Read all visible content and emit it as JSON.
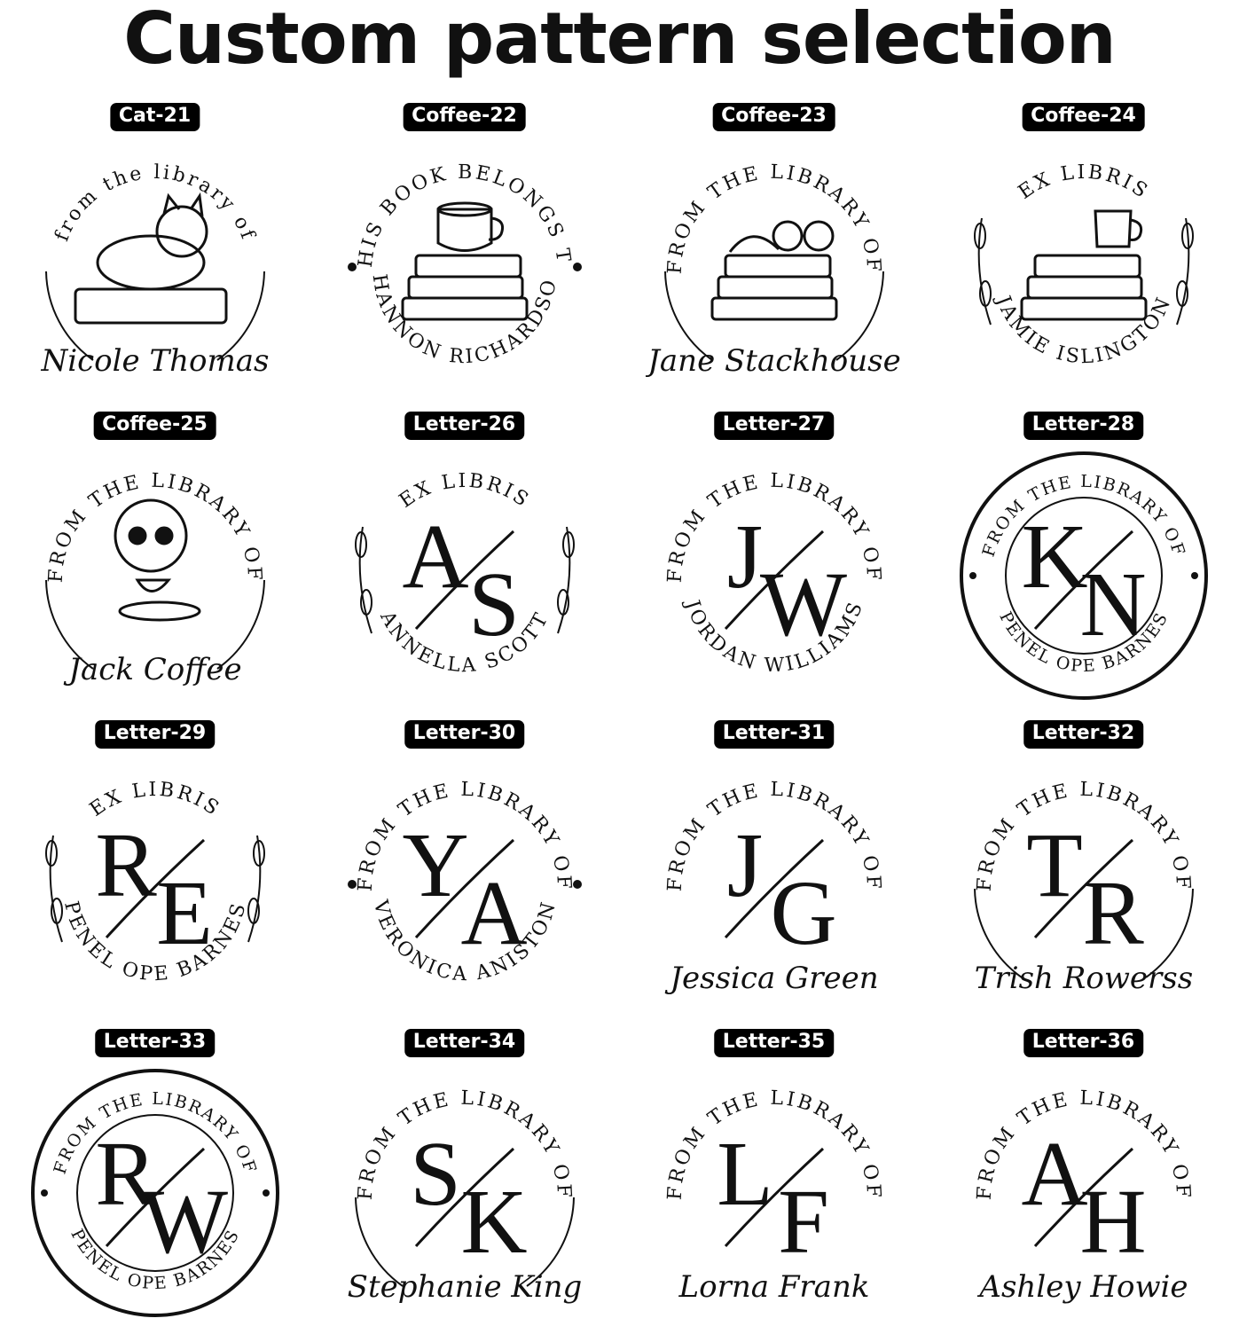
{
  "title": "Custom pattern selection",
  "patterns": [
    {
      "label": "Cat-21",
      "top": "from the library of",
      "bottom": "",
      "name": "Nicole Thomas",
      "style": "script-ring",
      "motif": "cat-books"
    },
    {
      "label": "Coffee-22",
      "top": "THIS BOOK BELONGS TO",
      "bottom": "SHANNON RICHARDSON",
      "name": "",
      "style": "full-ring-dots",
      "motif": "tea-books"
    },
    {
      "label": "Coffee-23",
      "top": "FROM THE LIBRARY OF",
      "bottom": "",
      "name": "Jane Stackhouse",
      "style": "script-ring",
      "motif": "books-glasses"
    },
    {
      "label": "Coffee-24",
      "top": "EX LIBRIS",
      "bottom": "JAMIE ISLINGTON",
      "name": "",
      "style": "floral-ring",
      "motif": "coffee-books"
    },
    {
      "label": "Coffee-25",
      "top": "FROM THE LIBRARY OF",
      "bottom": "",
      "name": "Jack Coffee",
      "style": "script-ring",
      "motif": "skull-cup"
    },
    {
      "label": "Letter-26",
      "top": "EX LIBRIS",
      "bottom": "ANNELLA   SCOTT",
      "name": "",
      "style": "floral-ring",
      "letters": [
        "A",
        "S"
      ]
    },
    {
      "label": "Letter-27",
      "top": "FROM THE LIBRARY OF",
      "bottom": "JORDAN WILLIAMS",
      "name": "",
      "style": "plain-ring",
      "letters": [
        "J",
        "W"
      ]
    },
    {
      "label": "Letter-28",
      "top": "FROM THE LIBRARY OF",
      "bottom": "PENEL OPE BARNES",
      "name": "",
      "style": "double-ring",
      "letters": [
        "K",
        "N"
      ]
    },
    {
      "label": "Letter-29",
      "top": "EX LIBRIS",
      "bottom": "PENEL  OPE  BARNES",
      "name": "",
      "style": "floral-ring",
      "letters": [
        "R",
        "E"
      ]
    },
    {
      "label": "Letter-30",
      "top": "FROM THE LIBRARY OF",
      "bottom": "VERONICA ANISTON",
      "name": "",
      "style": "full-ring-dots",
      "letters": [
        "Y",
        "A"
      ]
    },
    {
      "label": "Letter-31",
      "top": "FROM THE LIBRARY OF",
      "bottom": "",
      "name": "Jessica Green",
      "style": "script-plain",
      "letters": [
        "J",
        "G"
      ]
    },
    {
      "label": "Letter-32",
      "top": "FROM THE LIBRARY OF",
      "bottom": "",
      "name": "Trish Rowerss",
      "style": "script-ring",
      "letters": [
        "T",
        "R"
      ]
    },
    {
      "label": "Letter-33",
      "top": "FROM THE LIBRARY OF",
      "bottom": "PENEL OPE BARNES",
      "name": "",
      "style": "double-ring",
      "letters": [
        "R",
        "W"
      ]
    },
    {
      "label": "Letter-34",
      "top": "FROM THE LIBRARY OF",
      "bottom": "",
      "name": "Stephanie King",
      "style": "script-ring",
      "letters": [
        "S",
        "K"
      ]
    },
    {
      "label": "Letter-35",
      "top": "FROM THE LIBRARY OF",
      "bottom": "",
      "name": "Lorna Frank",
      "style": "script-plain",
      "letters": [
        "L",
        "F"
      ]
    },
    {
      "label": "Letter-36",
      "top": "FROM THE LIBRARY OF",
      "bottom": "",
      "name": "Ashley Howie",
      "style": "script-plain",
      "letters": [
        "A",
        "H"
      ]
    }
  ]
}
